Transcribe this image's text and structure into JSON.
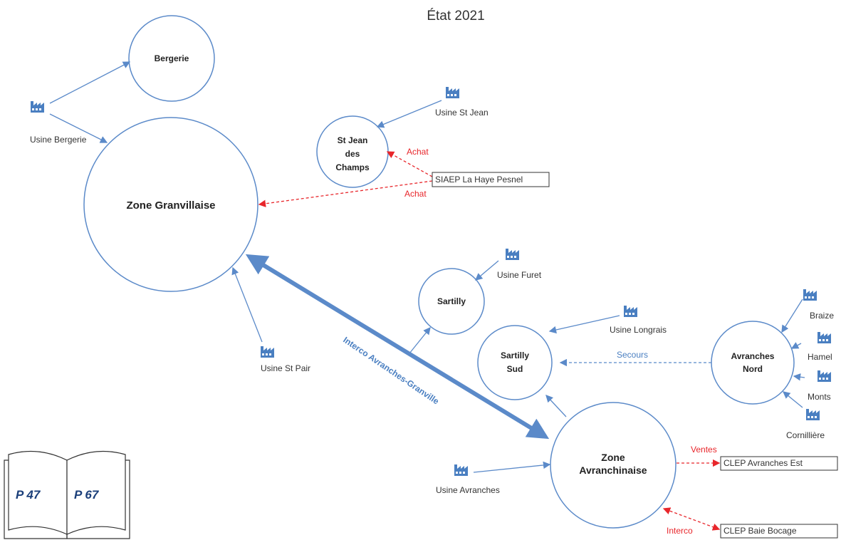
{
  "title": "État 2021",
  "nodes": {
    "bergerie": "Bergerie",
    "granvillaise": "Zone Granvillaise",
    "st_jean": [
      "St Jean",
      "des",
      "Champs"
    ],
    "sartilly": "Sartilly",
    "sartilly_sud": [
      "Sartilly",
      "Sud"
    ],
    "avranches_nord": [
      "Avranches",
      "Nord"
    ],
    "avranchinaise": [
      "Zone",
      "Avranchinaise"
    ]
  },
  "factories": {
    "bergerie": "Usine Bergerie",
    "st_jean": "Usine St Jean",
    "st_pair": "Usine St Pair",
    "furet": "Usine Furet",
    "longrais": "Usine Longrais",
    "braize": "Braize",
    "hamel": "Hamel",
    "monts": "Monts",
    "cornilliere": "Cornillière",
    "avranches": "Usine Avranches"
  },
  "boxes": {
    "siaep": "SIAEP La Haye Pesnel",
    "clep_est": "CLEP Avranches Est",
    "clep_bocage": "CLEP Baie Bocage"
  },
  "edge_labels": {
    "achat_1": "Achat",
    "achat_2": "Achat",
    "secours": "Secours",
    "ventes": "Ventes",
    "interco": "Interco",
    "interco_main": "Interco Avranches-Granville"
  },
  "book": {
    "left_page": "P 47",
    "right_page": "P 67"
  },
  "colors": {
    "node_stroke": "#5b8ac9",
    "edge_blue": "#5b8ac9",
    "edge_red": "#e8262b",
    "factory": "#4a7fc1"
  },
  "icons": {
    "factory": "factory-icon",
    "book": "book-icon"
  }
}
